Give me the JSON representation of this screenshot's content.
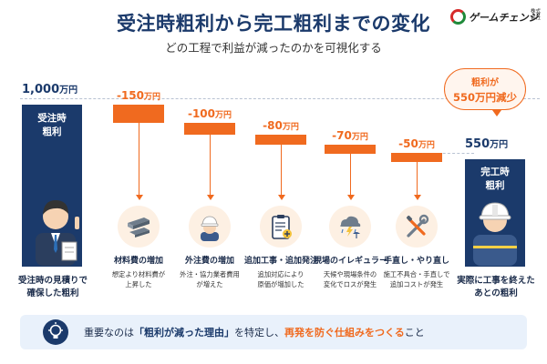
{
  "header": {
    "title": "受注時粗利から完工粗利までの変化",
    "subtitle": "どの工程で利益が減ったのかを可視化する"
  },
  "logo": {
    "text": "ゲームチェンジ",
    "sub": "株式会社"
  },
  "start": {
    "amount": "1,000",
    "unit": "万円",
    "bar_line1": "受注時",
    "bar_line2": "粗利",
    "caption_line1": "受注時の見積りで",
    "caption_line2": "確保した粗利"
  },
  "end": {
    "amount": "550",
    "unit": "万円",
    "bar_line1": "完工時",
    "bar_line2": "粗利",
    "caption_line1": "実際に工事を終えた",
    "caption_line2": "あとの粗利"
  },
  "bubble": {
    "line1": "粗利が",
    "line2": "550万円減少"
  },
  "steps": [
    {
      "amount": "-150",
      "unit": "万円",
      "title": "材料費の増加",
      "desc1": "想定より材料費が",
      "desc2": "上昇した",
      "icon": "steel-beam-icon"
    },
    {
      "amount": "-100",
      "unit": "万円",
      "title": "外注費の増加",
      "desc1": "外注・協力業者費用",
      "desc2": "が増えた",
      "icon": "worker-helmet-icon"
    },
    {
      "amount": "-80",
      "unit": "万円",
      "title": "追加工事・追加発注",
      "desc1": "追加対応により",
      "desc2": "原価が増加した",
      "icon": "clipboard-plus-icon"
    },
    {
      "amount": "-70",
      "unit": "万円",
      "title": "現場のイレギュラー",
      "desc1": "天候や現場条件の",
      "desc2": "変化でロスが発生",
      "icon": "storm-umbrella-icon"
    },
    {
      "amount": "-50",
      "unit": "万円",
      "title": "手直し・やり直し",
      "desc1": "施工不具合・手直しで",
      "desc2": "追加コストが発生",
      "icon": "tools-icon"
    }
  ],
  "banner": {
    "pre": "重要なのは",
    "em1": "「粗利が減った理由」",
    "mid": "を特定し、",
    "em2": "再発を防ぐ仕組みをつくる",
    "post": "こと",
    "icon": "lightbulb-icon"
  },
  "colors": {
    "navy": "#1b3a6b",
    "orange": "#f06a1f",
    "icon_bg": "#fdf0e3",
    "banner_bg": "#e9f1fb"
  },
  "chart_data": {
    "type": "waterfall",
    "start": {
      "label": "受注時粗利",
      "value": 1000
    },
    "steps": [
      {
        "label": "材料費の増加",
        "value": -150
      },
      {
        "label": "外注費の増加",
        "value": -100
      },
      {
        "label": "追加工事・追加発注",
        "value": -80
      },
      {
        "label": "現場のイレギュラー",
        "value": -70
      },
      {
        "label": "手直し・やり直し",
        "value": -50
      }
    ],
    "end": {
      "label": "完工時粗利",
      "value": 550
    },
    "unit": "万円"
  }
}
